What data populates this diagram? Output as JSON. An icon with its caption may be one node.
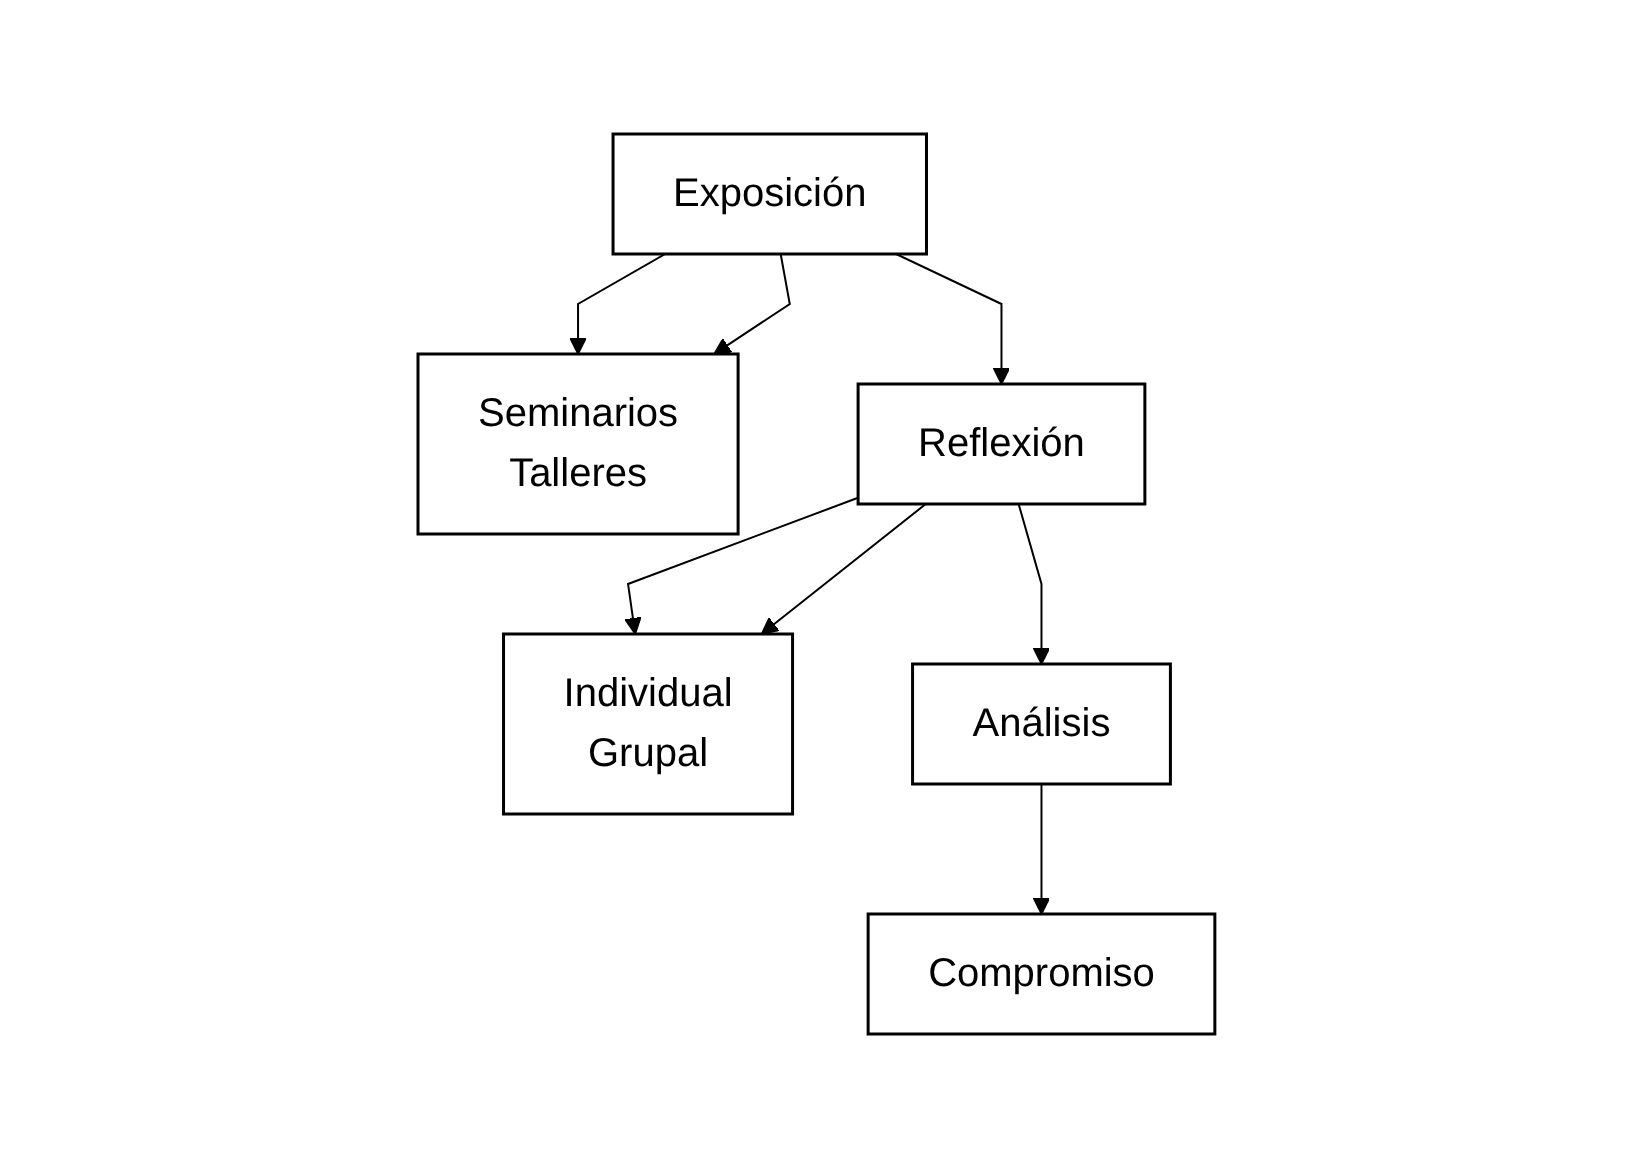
{
  "diagram": {
    "nodes": [
      {
        "text": [
          "Exposición"
        ]
      },
      {
        "text": [
          "Seminarios",
          "Talleres"
        ]
      },
      {
        "text": [
          "Reflexión"
        ]
      },
      {
        "text": [
          "Individual",
          "Grupal"
        ]
      },
      {
        "text": [
          "Análisis"
        ]
      },
      {
        "text": [
          "Compromiso"
        ]
      }
    ],
    "edges": [
      {
        "from": 0,
        "to": 1,
        "arrow": "to"
      },
      {
        "from": 0,
        "to": 1,
        "arrow": "to"
      },
      {
        "from": 0,
        "to": 2,
        "arrow": "to"
      },
      {
        "from": 2,
        "to": 3,
        "arrow": "to"
      },
      {
        "from": 2,
        "to": 3,
        "arrow": "to"
      },
      {
        "from": 2,
        "to": 4,
        "arrow": "to"
      },
      {
        "from": 4,
        "to": 5,
        "arrow": "to"
      }
    ]
  }
}
